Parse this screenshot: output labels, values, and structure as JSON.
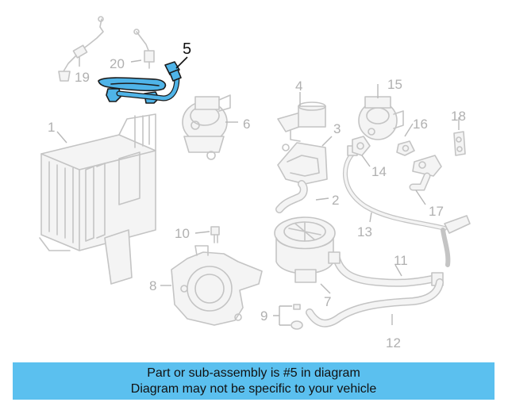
{
  "diagram": {
    "highlighted_part": "5",
    "callouts": {
      "c1": "1",
      "c2": "2",
      "c3": "3",
      "c4": "4",
      "c5": "5",
      "c6": "6",
      "c7": "7",
      "c8": "8",
      "c9": "9",
      "c10": "10",
      "c11": "11",
      "c12": "12",
      "c13": "13",
      "c14": "14",
      "c15": "15",
      "c16": "16",
      "c17": "17",
      "c18": "18",
      "c19": "19",
      "c20": "20"
    },
    "colors": {
      "highlight": "#4fb4e8",
      "part_line": "#c4c4c4",
      "callout_text": "#b0b0b0",
      "banner": "#5bc0ef"
    }
  },
  "banner": {
    "line1": "Part or sub-assembly is #5 in diagram",
    "line2": "Diagram may not be specific to your vehicle"
  }
}
